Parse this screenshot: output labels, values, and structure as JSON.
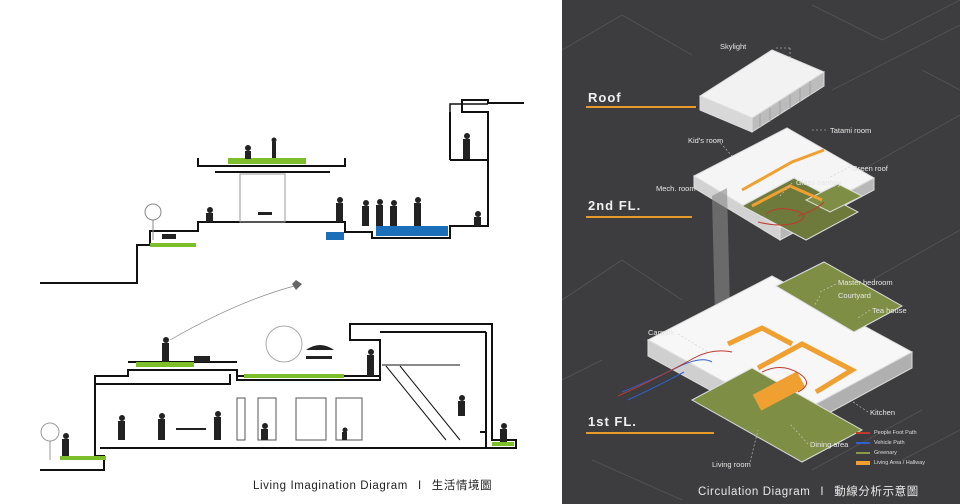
{
  "left_panel": {
    "caption_en": "Living Imagination Diagram",
    "caption_sep": "I",
    "caption_zh": "生活情境圖"
  },
  "right_panel": {
    "caption_en": "Circulation Diagram",
    "caption_sep": "I",
    "caption_zh": "動線分析示意圖",
    "floors": [
      "Roof",
      "2nd FL.",
      "1st FL."
    ],
    "labels": {
      "skylight": "Skylight",
      "tatami_room": "Tatami room",
      "kids_room": "Kid's room",
      "green_roof": "Green roof",
      "glass_canopy": "Glass canopy",
      "mech_room": "Mech. room",
      "master_bedroom": "Master bedroom",
      "courtyard": "Courtyard",
      "tea_house": "Tea house",
      "carpark": "Carpark",
      "kitchen": "Kitchen",
      "dining_area": "Dining area",
      "living_room": "Living room"
    },
    "legend": [
      {
        "label": "People Foot Path",
        "color": "#c0392b"
      },
      {
        "label": "Vehicle Path",
        "color": "#2f5fd0"
      },
      {
        "label": "Greenary",
        "color": "#8a9a4a"
      },
      {
        "label": "Living Area / Hallway",
        "color": "#f0a030"
      }
    ],
    "colors": {
      "background": "#3d3d3f",
      "accent_orange": "#e59a2a",
      "green": "#7e8f45"
    }
  }
}
